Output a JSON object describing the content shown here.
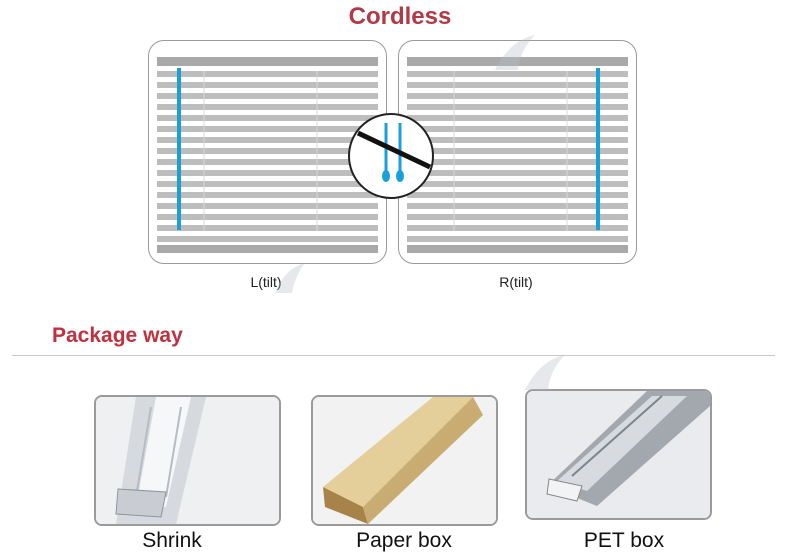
{
  "header": {
    "title": "Cordless"
  },
  "blinds": {
    "left_label": "L(tilt)",
    "right_label": "R(tilt)",
    "wand_color": "#1aa0d8",
    "slat_color": "#bdbdbd"
  },
  "section": {
    "title": "Package way"
  },
  "packages": [
    {
      "label": "Shrink"
    },
    {
      "label": "Paper box"
    },
    {
      "label": "PET box"
    }
  ],
  "colors": {
    "title": "#b03a45",
    "section": "#c0303f"
  }
}
